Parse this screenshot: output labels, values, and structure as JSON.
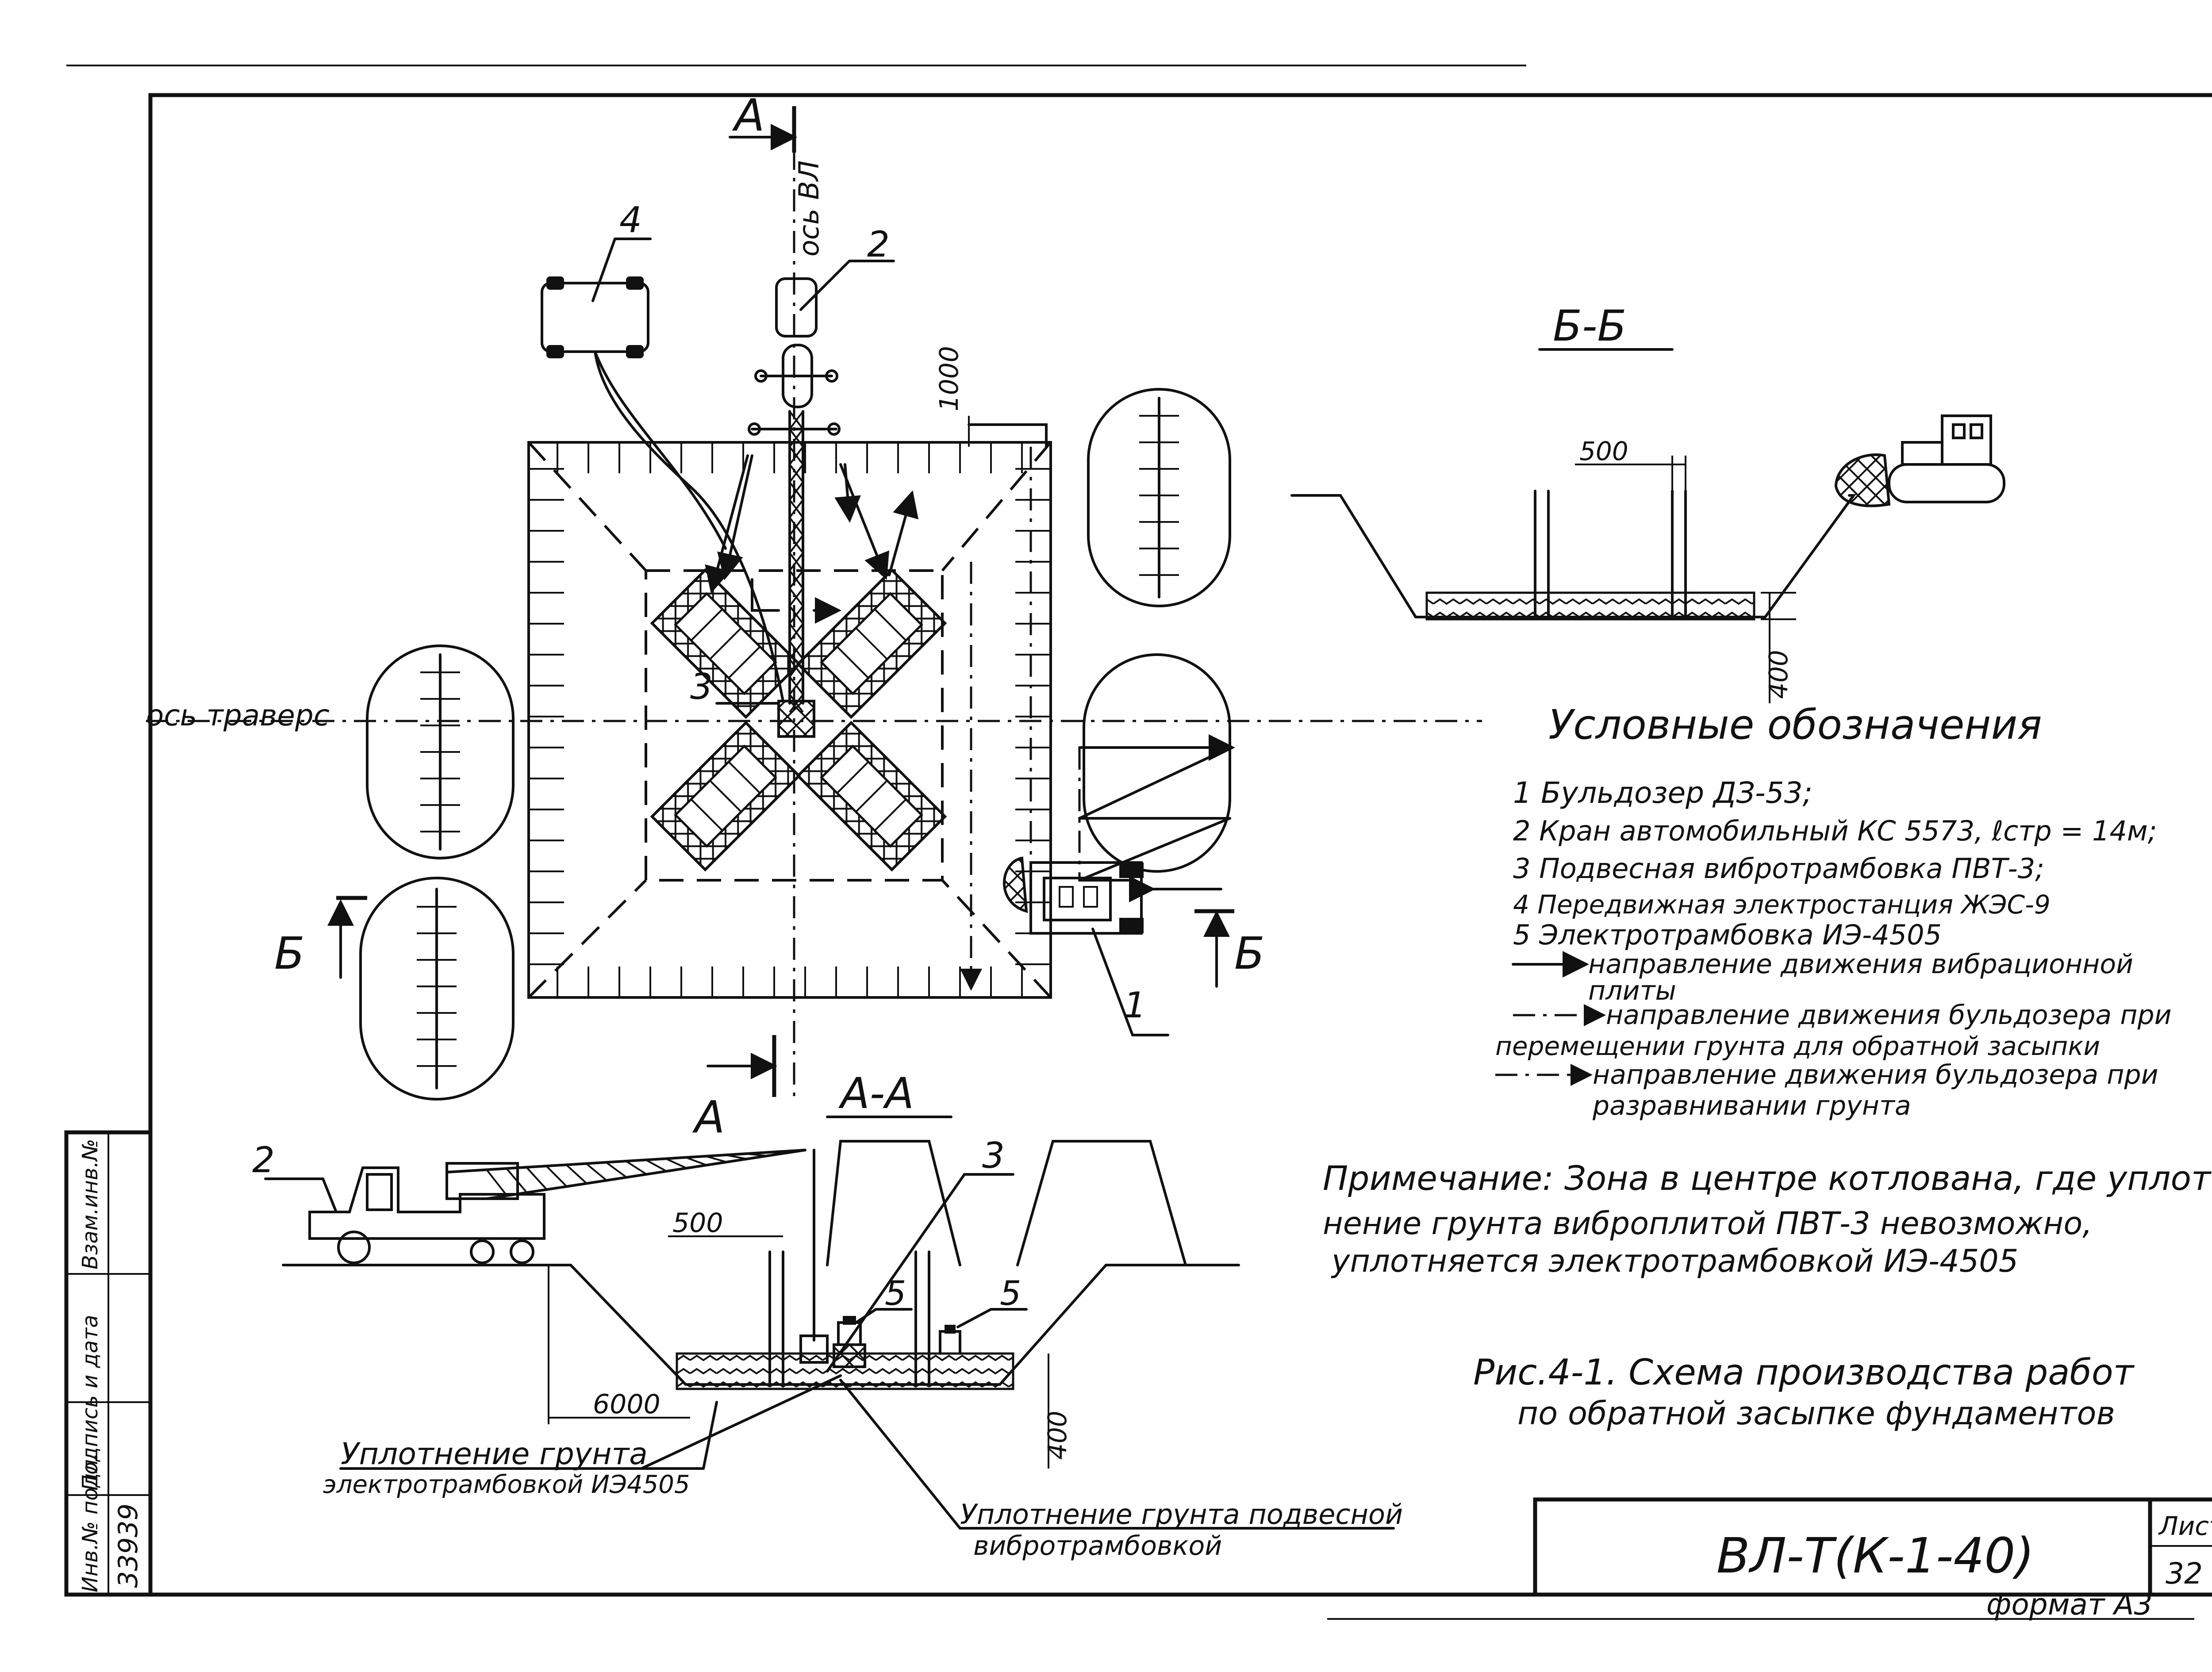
{
  "main_plan": {
    "section_a_marker": "А",
    "section_b_marker": "Б",
    "axis_vl_label": "ось ВЛ",
    "axis_traverse_label": "ось траверс",
    "dim_1000": "1000",
    "callout_1": "1",
    "callout_2": "2",
    "callout_3": "3",
    "callout_4": "4"
  },
  "section_bb": {
    "title": "Б-Б",
    "dim_500": "500",
    "dim_400": "400"
  },
  "section_aa": {
    "title": "А-А",
    "callout_2": "2",
    "callout_3": "3",
    "callout_5a": "5",
    "callout_5b": "5",
    "dim_500": "500",
    "dim_6000": "6000",
    "dim_400": "400",
    "note_left_line1": "Уплотнение грунта",
    "note_left_line2": "электротрамбовкой ИЭ4505",
    "note_bottom_line1": "Уплотнение грунта подвесной",
    "note_bottom_line2": "вибротрамбовкой"
  },
  "legend": {
    "title": "Условные обозначения",
    "items": [
      "1 Бульдозер ДЗ-53;",
      "2 Кран автомобильный КС 5573, ℓстр = 14м;",
      "3 Подвесная вибротрамбовка ПВТ-3;",
      "4 Передвижная электростанция ЖЭС-9",
      "5 Электротрамбовка ИЭ-4505"
    ],
    "line_solid_1": "направление движения вибрационной",
    "line_solid_2": "плиты",
    "line_dashdot_1": "направление движения бульдозера при",
    "line_dashdot_2": "перемещении грунта для обратной засыпки",
    "line_dashdotdot_1": "направление движения бульдозера при",
    "line_dashdotdot_2": "разравнивании грунта"
  },
  "note": {
    "line1": "Примечание: Зона в центре котлована, где уплот-",
    "line2": "нение грунта виброплитой ПВТ-3 невозможно,",
    "line3": "уплотняется электротрамбовкой ИЭ-4505"
  },
  "figure_caption": {
    "line1": "Рис.4-1. Схема производства работ",
    "line2": "по обратной засыпке фундаментов"
  },
  "title_block": {
    "code": "ВЛ-Т(К-1-40)",
    "sheet_label": "Лист",
    "sheet_number": "32",
    "format": "формат А3"
  },
  "margin_stamp": {
    "col1": "Инв.№ подл.",
    "col2": "Подпись и дата",
    "col3": "Взам.инв.№",
    "inventory_number": "33939"
  }
}
